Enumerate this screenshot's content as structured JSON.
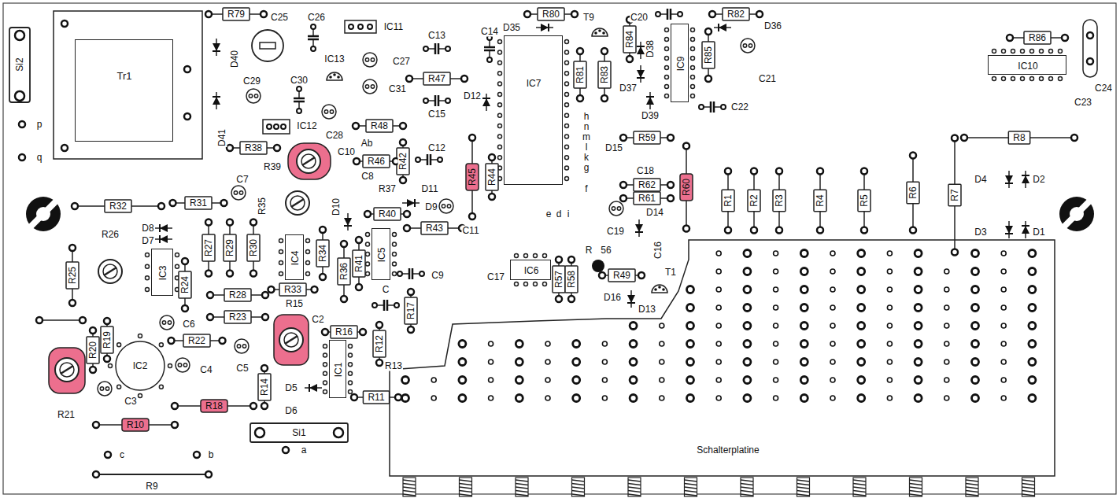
{
  "diagram": {
    "nodes": [
      {
        "text": [
          "Tr1"
        ]
      },
      {
        "text": [
          "IC7"
        ]
      },
      {
        "text": [
          "IC9"
        ]
      },
      {
        "text": [
          "IC10"
        ]
      },
      {
        "text": [
          "IC3"
        ]
      },
      {
        "text": [
          "IC4"
        ]
      },
      {
        "text": [
          "IC5"
        ]
      },
      {
        "text": [
          "IC6"
        ]
      },
      {
        "text": [
          "IC1"
        ]
      },
      {
        "text": [
          "IC2"
        ]
      },
      {
        "text": [
          "Schalterplatine"
        ]
      }
    ],
    "labels": [
      "Si2",
      "p",
      "q",
      "R79",
      "C25",
      "C26",
      "IC11",
      "C13",
      "C14",
      "D35",
      "R80",
      "T9",
      "C20",
      "R82",
      "D36",
      "R86",
      "C23",
      "C24",
      "D40",
      "C29",
      "C30",
      "IC13",
      "C27",
      "C31",
      "R47",
      "R81",
      "R83",
      "R84",
      "D38",
      "R85",
      "C21",
      "D12",
      "C15",
      "D37",
      "D39",
      "C22",
      "h",
      "n",
      "m",
      "l",
      "k",
      "g",
      "f",
      "e",
      "d",
      "i",
      "IC12",
      "C28",
      "R48",
      "Ab",
      "C10",
      "R42",
      "C12",
      "D41",
      "R38",
      "R39",
      "R46",
      "C8",
      "R45",
      "R44",
      "D15",
      "R59",
      "C18",
      "R62",
      "R61",
      "R60",
      "R8",
      "R1",
      "R2",
      "R3",
      "R4",
      "R5",
      "R6",
      "R7",
      "D4",
      "D2",
      "D3",
      "D1",
      "C7",
      "R35",
      "R37",
      "D10",
      "D11",
      "D9",
      "R40",
      "C11",
      "R43",
      "D14",
      "C19",
      "C16",
      "R32",
      "R31",
      "D8",
      "D7",
      "R26",
      "R27",
      "R29",
      "R30",
      "R34",
      "R36",
      "R41",
      "R",
      "56",
      "C17",
      "R57",
      "R58",
      "R49",
      "T1",
      "D16",
      "D13",
      "R25",
      "R24",
      "R33",
      "C9",
      "R28",
      "R23",
      "R15",
      "C",
      "R17",
      "C6",
      "C2",
      "R16",
      "R19",
      "R20",
      "R22",
      "R12",
      "R13",
      "C5",
      "C4",
      "C3",
      "R14",
      "D5",
      "R11",
      "D6",
      "R18",
      "R21",
      "R10",
      "Si1",
      "a",
      "c",
      "b",
      "R9"
    ]
  }
}
